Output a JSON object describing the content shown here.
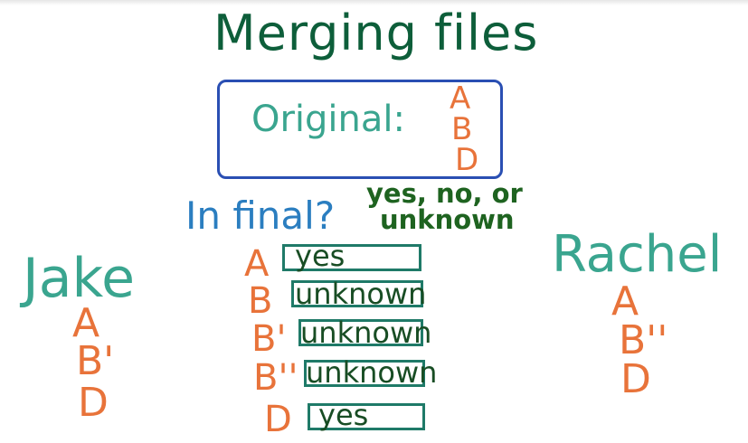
{
  "title": "Merging files",
  "original": {
    "label": "Original:",
    "items": [
      "A",
      "B",
      "D"
    ]
  },
  "question": {
    "label": "In final?",
    "options_line1": "yes, no, or",
    "options_line2": "unknown"
  },
  "jake": {
    "name": "Jake",
    "items": [
      "A",
      "B'",
      "D"
    ]
  },
  "rachel": {
    "name": "Rachel",
    "items": [
      "A",
      "B''",
      "D"
    ]
  },
  "final_table": {
    "rows": [
      {
        "key": "A",
        "answer": "yes"
      },
      {
        "key": "B",
        "answer": "unknown"
      },
      {
        "key": "B'",
        "answer": "unknown"
      },
      {
        "key": "B''",
        "answer": "unknown"
      },
      {
        "key": "D",
        "answer": "yes"
      }
    ]
  },
  "colors": {
    "title": "#0d5e3a",
    "teal": "#3aa58f",
    "orange": "#e8733a",
    "blue": "#2b7ec0",
    "box_blue": "#2a4fb3",
    "answer_box": "#1f7a68",
    "answer_text": "#184d24"
  }
}
